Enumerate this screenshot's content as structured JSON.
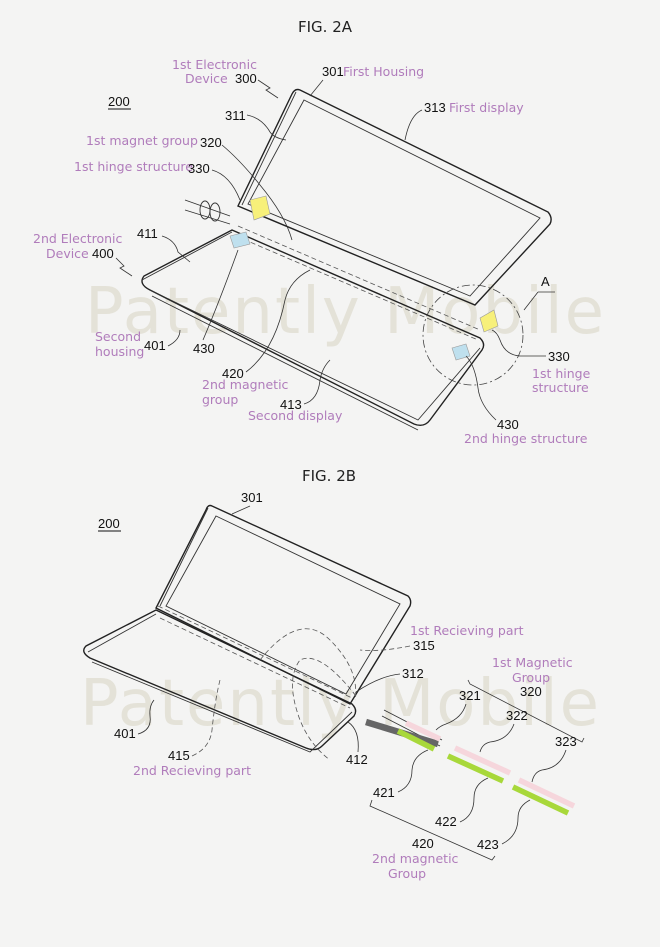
{
  "watermark": "Patently Mobile",
  "fig2a": {
    "title": "FIG. 2A",
    "ref_system": "200",
    "labels": {
      "first_device": {
        "line1": "1st Electronic",
        "line2": "Device",
        "num": "300"
      },
      "first_housing": {
        "num": "301",
        "text": "First Housing"
      },
      "first_display": {
        "num": "313",
        "text": "First display"
      },
      "n311": "311",
      "first_magnet_group": {
        "text": "1st magnet group",
        "num": "320"
      },
      "first_hinge": {
        "text": "1st hinge structure",
        "num": "330"
      },
      "second_device": {
        "line1": "2nd Electronic",
        "line2": "Device",
        "num": "400"
      },
      "n411": "411",
      "second_housing": {
        "line1": "Second",
        "line2": "housing",
        "num": "401"
      },
      "n430": "430",
      "second_magnetic_group": {
        "num": "420",
        "line1": "2nd magnetic",
        "line2": "group"
      },
      "second_display": {
        "num": "413",
        "text": "Second display"
      },
      "detail": "A",
      "first_hinge_right": {
        "num": "330",
        "line1": "1st hinge",
        "line2": "structure"
      },
      "second_hinge_right": {
        "num": "430",
        "text": "2nd hinge structure"
      }
    }
  },
  "fig2b": {
    "title": "FIG. 2B",
    "ref_system": "200",
    "labels": {
      "n301": "301",
      "first_receiving": {
        "text": "1st Recieving part",
        "num": "315"
      },
      "n312": "312",
      "first_magnetic_group": {
        "line1": "1st Magnetic",
        "line2": "Group",
        "num": "320"
      },
      "n321": "321",
      "n322": "322",
      "n323": "323",
      "n401": "401",
      "second_receiving": {
        "num": "415",
        "text": "2nd Recieving part"
      },
      "n412": "412",
      "n421": "421",
      "n422": "422",
      "n423": "423",
      "second_magnetic_group": {
        "num": "420",
        "line1": "2nd magnetic",
        "line2": "Group"
      }
    }
  },
  "colors": {
    "annotation": "#b07cbb",
    "magnet_yellow": "#f7f07a",
    "magnet_blue": "#bfe0ee",
    "rod_green": "#a8d83a",
    "rod_pink": "#f6d6dc"
  }
}
